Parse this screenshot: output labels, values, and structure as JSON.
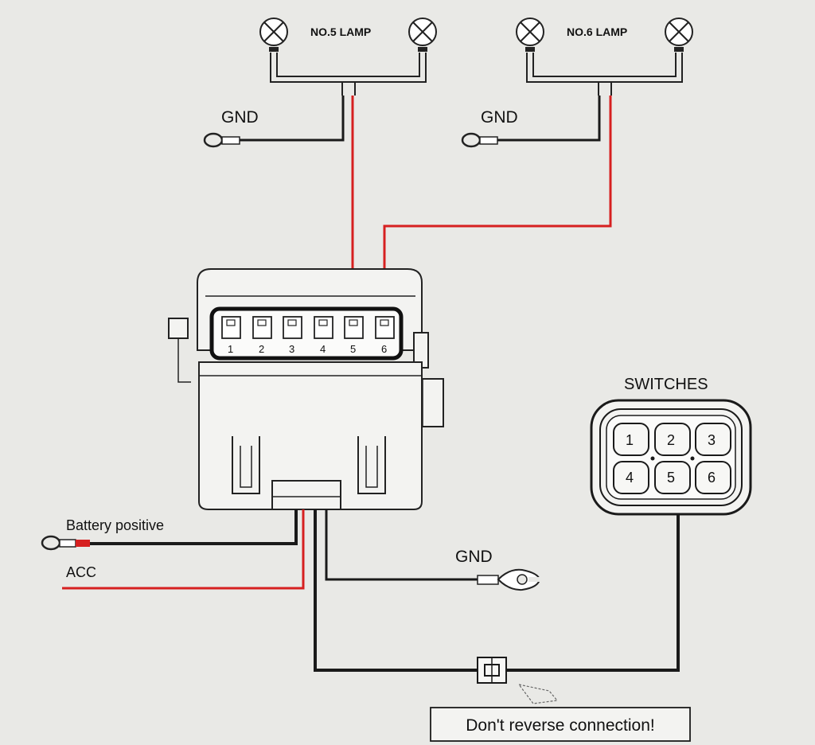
{
  "lamps": {
    "no5": "NO.5 LAMP",
    "no6": "NO.6 LAMP"
  },
  "gnd_labels": [
    "GND",
    "GND",
    "GND"
  ],
  "controller": {
    "pins": [
      "1",
      "2",
      "3",
      "4",
      "5",
      "6"
    ]
  },
  "switches": {
    "title": "SWITCHES",
    "keys": [
      "1",
      "2",
      "3",
      "4",
      "5",
      "6"
    ]
  },
  "power": {
    "battery_label": "Battery positive",
    "acc_label": "ACC"
  },
  "warning": "Don't reverse connection!",
  "colors": {
    "background": "#e9e9e6",
    "wire_black": "#1a1a1a",
    "wire_red": "#d62020"
  }
}
